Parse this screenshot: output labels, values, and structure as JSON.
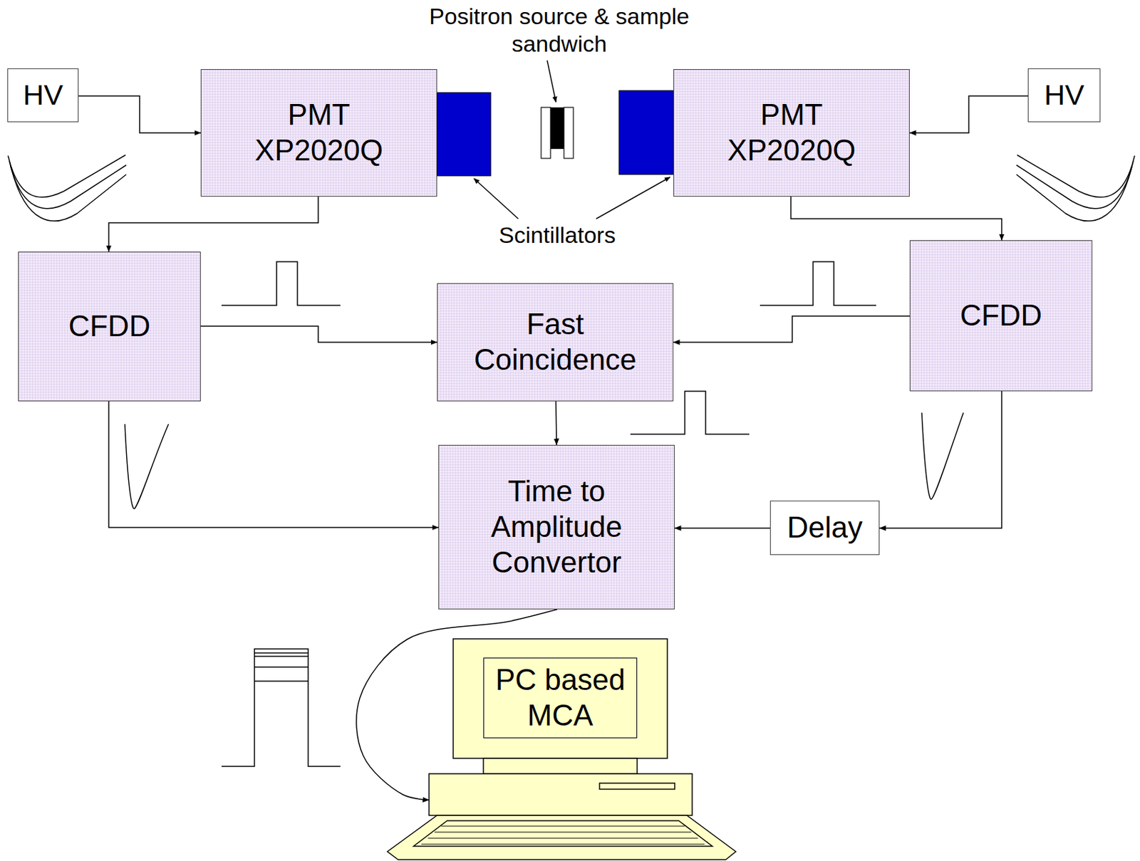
{
  "diagram": {
    "nodes": [
      {
        "text": [
          "HV"
        ]
      },
      {
        "text": [
          "PMT XP2020Q"
        ]
      },
      {
        "text": [
          "PMT XP2020Q"
        ]
      },
      {
        "text": [
          "HV"
        ]
      },
      {
        "text": [
          "CFDD"
        ]
      },
      {
        "text": [
          "Fast Coincidence"
        ]
      },
      {
        "text": [
          "CFDD"
        ]
      },
      {
        "text": [
          "Time to Amplitude Convertor"
        ]
      },
      {
        "text": [
          "Delay"
        ]
      },
      {
        "text": [
          "PC based MCA"
        ]
      }
    ],
    "edges": [
      {
        "from": 0,
        "to": 1,
        "arrow": "to"
      },
      {
        "from": 3,
        "to": 2,
        "arrow": "to"
      },
      {
        "from": 1,
        "to": 4,
        "arrow": "to"
      },
      {
        "from": 2,
        "to": 6,
        "arrow": "to"
      },
      {
        "from": 4,
        "to": 5,
        "arrow": "to"
      },
      {
        "from": 6,
        "to": 5,
        "arrow": "to"
      },
      {
        "from": 5,
        "to": 7,
        "arrow": "to"
      },
      {
        "from": 4,
        "to": 7,
        "arrow": "to"
      },
      {
        "from": 6,
        "to": 8,
        "arrow": "to"
      },
      {
        "from": 8,
        "to": 7,
        "arrow": "to"
      },
      {
        "from": 7,
        "to": 9,
        "arrow": "to"
      }
    ],
    "labels": [
      "Positron source & sample sandwich",
      "Scintillators"
    ]
  }
}
